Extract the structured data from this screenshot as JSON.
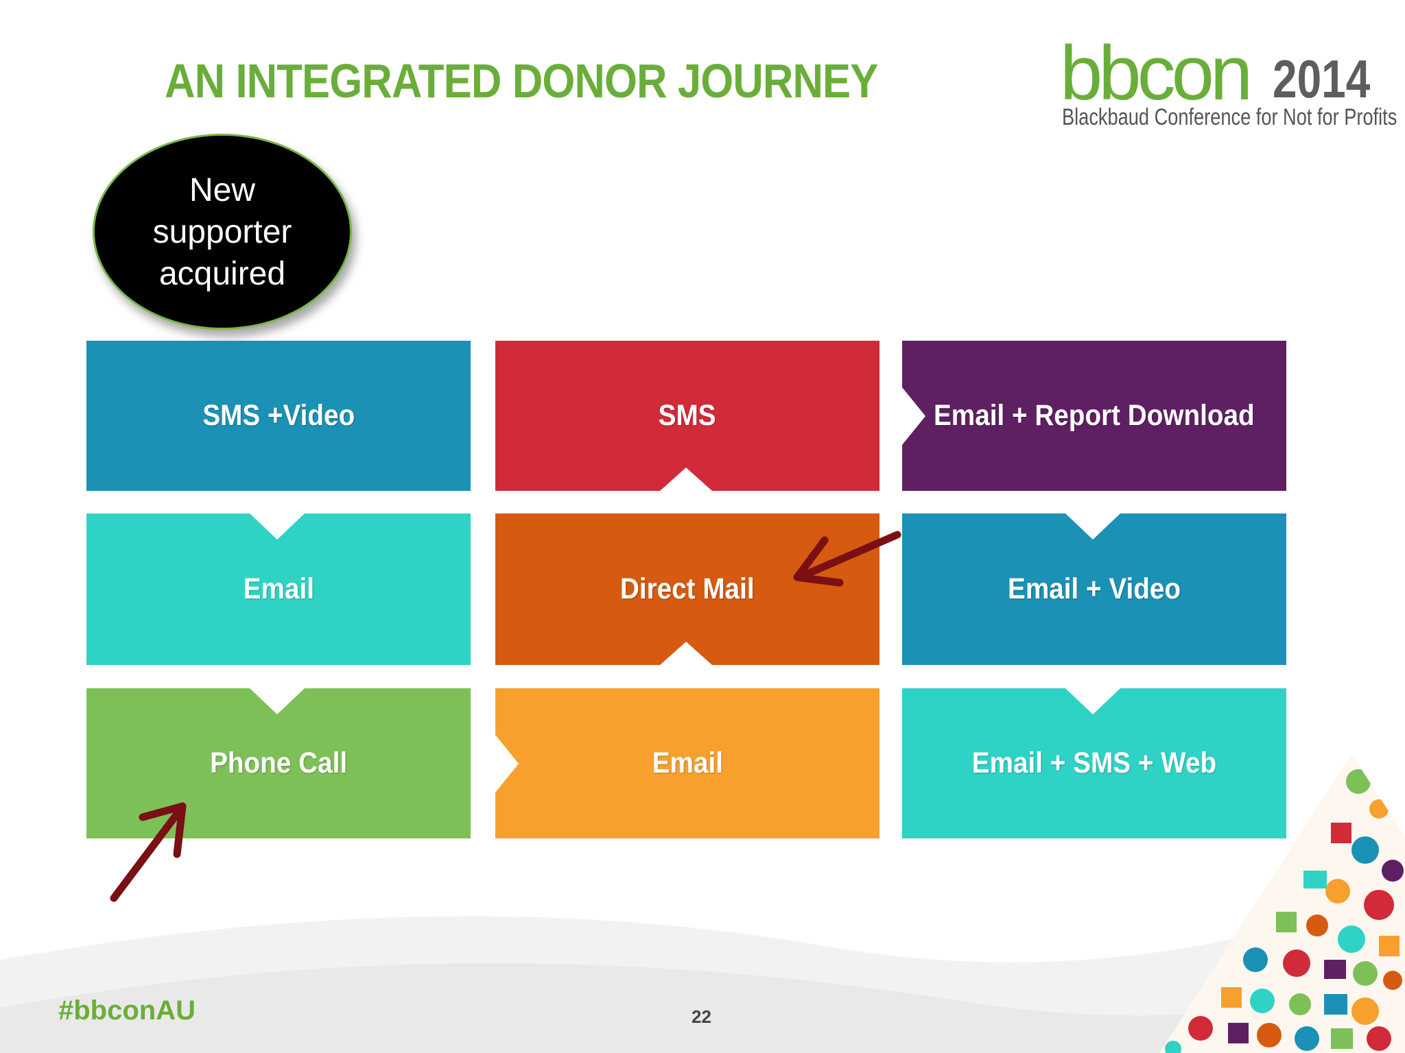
{
  "slide": {
    "title": "AN INTEGRATED DONOR JOURNEY",
    "logo": {
      "word": "bbcon",
      "year": "2014",
      "tagline": "Blackbaud Conference for Not for Profits"
    },
    "bubble_text": "New supporter acquired",
    "hashtag": "#bbconAU",
    "page_number": "22"
  },
  "tiles": [
    {
      "label": "SMS +Video",
      "color": "#1b91b5"
    },
    {
      "label": "SMS",
      "color": "#d12b3a"
    },
    {
      "label": "Email + Report Download",
      "color": "#5f2063"
    },
    {
      "label": "Email",
      "color": "#2fd3c5"
    },
    {
      "label": "Direct Mail",
      "color": "#d65a10"
    },
    {
      "label": "Email + Video",
      "color": "#1b91b5"
    },
    {
      "label": "Phone Call",
      "color": "#7dc057"
    },
    {
      "label": "Email",
      "color": "#f7a02e"
    },
    {
      "label": "Email + SMS + Web",
      "color": "#2fd3c5"
    }
  ],
  "colors": {
    "title_green": "#6aae3a",
    "arrow": "#7a0f14"
  }
}
